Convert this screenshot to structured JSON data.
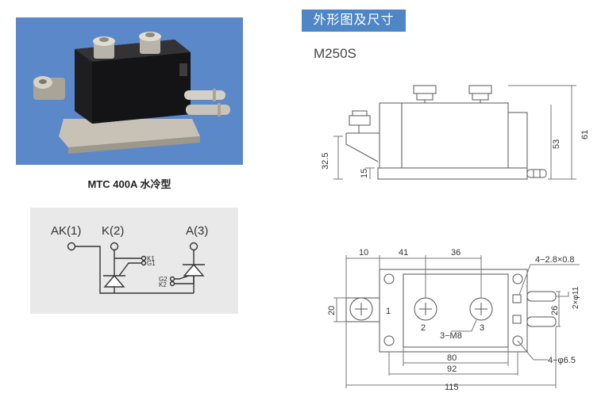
{
  "photo": {
    "caption": "MTC 400A 水冷型"
  },
  "schematic": {
    "terminals": [
      "AK(1)",
      "K(2)",
      "A(3)"
    ],
    "gate_labels": [
      "K1",
      "G1",
      "G2",
      "K2"
    ]
  },
  "section": {
    "title": "外形图及尺寸",
    "model": "M250S"
  },
  "side_view": {
    "dim_32_5": "32.5",
    "dim_15": "15",
    "dim_53": "53",
    "dim_61": "61"
  },
  "top_view": {
    "dim_10": "10",
    "dim_41": "41",
    "dim_36": "36",
    "dim_20": "20",
    "dim_80": "80",
    "dim_92": "92",
    "dim_115": "115",
    "dim_26": "26",
    "note_bolts": "4−2.8×0.8",
    "note_pipe": "2×φ11",
    "note_holes": "4−φ6.5",
    "note_thread": "3−M8",
    "term_1": "1",
    "term_2": "2",
    "term_3": "3"
  }
}
